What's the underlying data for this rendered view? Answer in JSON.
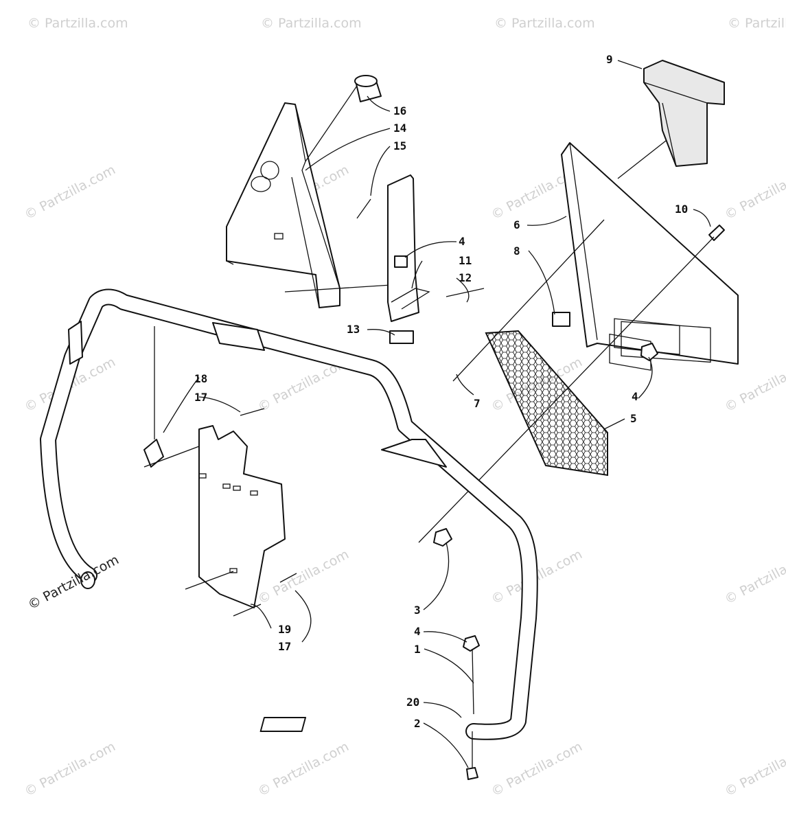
{
  "watermark": {
    "text": "© Partzilla.com",
    "main_text": "© Partzilla.com"
  },
  "callouts": {
    "c1": "1",
    "c2": "2",
    "c3": "3",
    "c4a": "4",
    "c4b": "4",
    "c4c": "4",
    "c5": "5",
    "c6": "6",
    "c7": "7",
    "c8": "8",
    "c9": "9",
    "c10": "10",
    "c11": "11",
    "c12": "12",
    "c13": "13",
    "c14": "14",
    "c15": "15",
    "c16": "16",
    "c17a": "17",
    "c17b": "17",
    "c18": "18",
    "c19": "19",
    "c20": "20"
  }
}
